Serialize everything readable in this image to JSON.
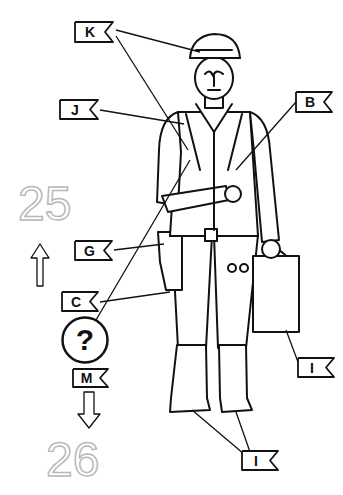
{
  "diagram": {
    "nodes": [
      {
        "text": [
          "K"
        ]
      },
      {
        "text": [
          "J"
        ]
      },
      {
        "text": [
          "B"
        ]
      },
      {
        "text": [
          "G"
        ]
      },
      {
        "text": [
          "C"
        ]
      },
      {
        "text": [
          "?"
        ]
      },
      {
        "text": [
          "M"
        ]
      },
      {
        "text": [
          "I"
        ]
      },
      {
        "text": [
          "I"
        ]
      }
    ],
    "labels": [
      "25",
      "26"
    ]
  }
}
